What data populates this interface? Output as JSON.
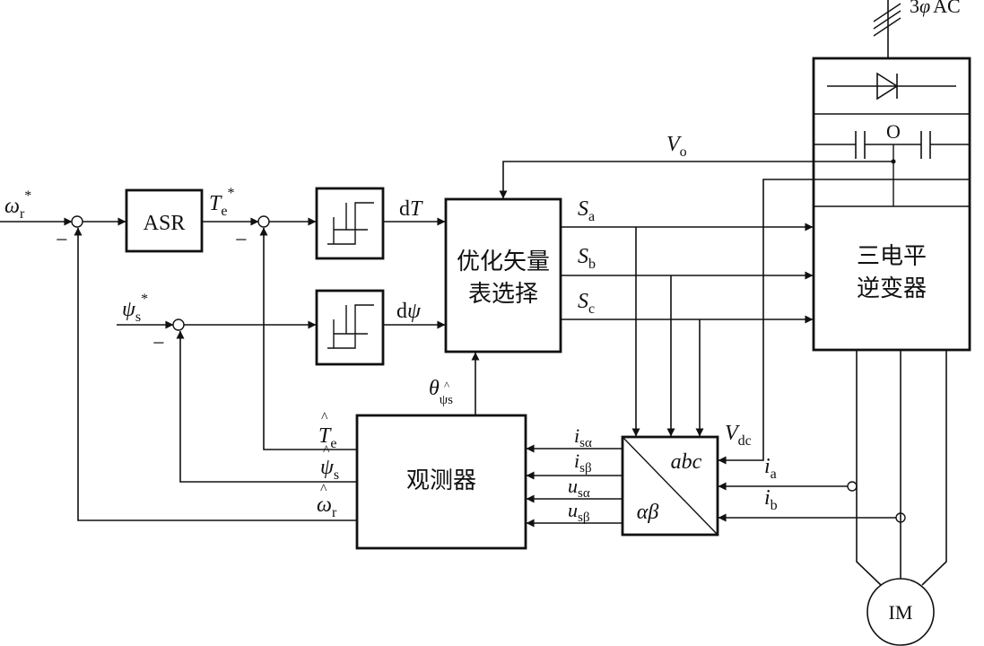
{
  "blocks": {
    "asr": "ASR",
    "selector_line1": "优化矢量",
    "selector_line2": "表选择",
    "inverter_line1": "三电平",
    "inverter_line2": "逆变器",
    "observer": "观测器",
    "transform_abc": "abc",
    "transform_ab": "αβ",
    "motor": "IM",
    "midpoint": "O"
  },
  "signals": {
    "omega_ref": {
      "base": "ω",
      "sub": "r",
      "sup": "*"
    },
    "te_ref": {
      "base": "T",
      "sub": "e",
      "sup": "*"
    },
    "psi_ref": {
      "base": "ψ",
      "sub": "s",
      "sup": "*"
    },
    "dT": {
      "prefix": "d",
      "base": "T"
    },
    "dpsi": {
      "prefix": "d",
      "base": "ψ"
    },
    "sa": {
      "base": "S",
      "sub": "a"
    },
    "sb": {
      "base": "S",
      "sub": "b"
    },
    "sc": {
      "base": "S",
      "sub": "c"
    },
    "vo": {
      "base": "V",
      "sub": "o"
    },
    "vdc": {
      "base": "V",
      "sub": "dc"
    },
    "theta": {
      "base": "θ",
      "sub": "ψs"
    },
    "te_hat": {
      "base": "T",
      "sub": "e"
    },
    "psi_hat": {
      "base": "ψ",
      "sub": "s"
    },
    "omega_hat": {
      "base": "ω",
      "sub": "r"
    },
    "isa": {
      "base": "i",
      "sub": "sα"
    },
    "isb": {
      "base": "i",
      "sub": "sβ"
    },
    "usa": {
      "base": "u",
      "sub": "sα"
    },
    "usb": {
      "base": "u",
      "sub": "sβ"
    },
    "ia": {
      "base": "i",
      "sub": "a"
    },
    "ib": {
      "base": "i",
      "sub": "b"
    },
    "ac_source": {
      "prefix": "3",
      "base": "φ",
      "suffix": "AC"
    }
  },
  "signs": {
    "minus": "−"
  }
}
